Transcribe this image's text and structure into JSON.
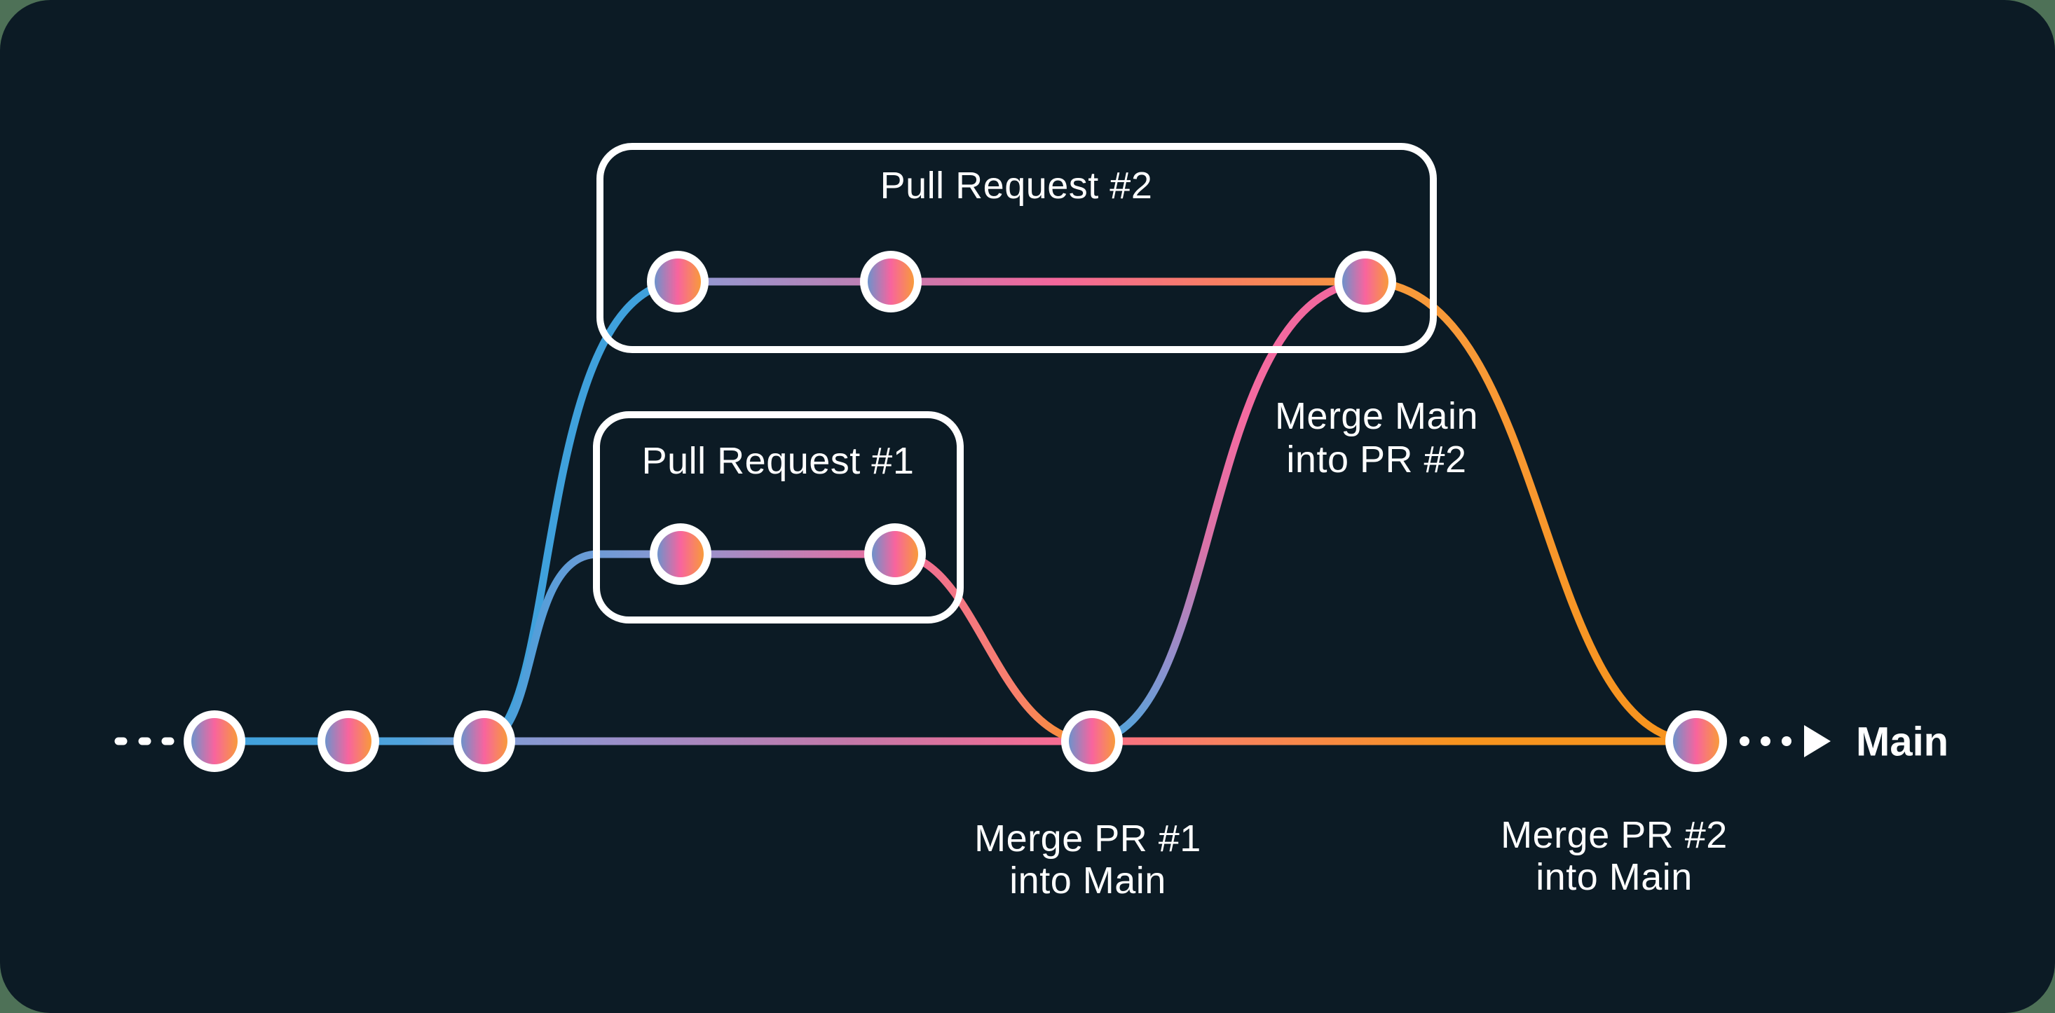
{
  "diagram": {
    "pr2_box": {
      "label": "Pull Request #2"
    },
    "pr1_box": {
      "label": "Pull Request #1"
    },
    "annotations": {
      "merge_main_into_pr2": {
        "line1": "Merge Main",
        "line2": "into PR #2"
      },
      "merge_pr1_into_main": {
        "line1": "Merge PR #1",
        "line2": "into Main"
      },
      "merge_pr2_into_main": {
        "line1": "Merge PR #2",
        "line2": "into Main"
      }
    },
    "main_label": "Main",
    "icons": {
      "history_dashes": "history-dashes",
      "continuation_dots": "continuation-dots",
      "arrow": "arrow-right-icon",
      "commit_node": "commit-node"
    },
    "colors": {
      "background": "#0C1B25",
      "backdrop": "#4E7157",
      "white": "#FFFFFF",
      "branch_blue": "#3FA1DC",
      "branch_periwinkle": "#8E9BD5",
      "branch_pink": "#F4699C",
      "branch_salmon": "#F8806B",
      "branch_orange": "#F7941E",
      "node_blue": "#6E92CB",
      "node_pink": "#F863A0",
      "node_orange": "#F89A3B"
    }
  }
}
